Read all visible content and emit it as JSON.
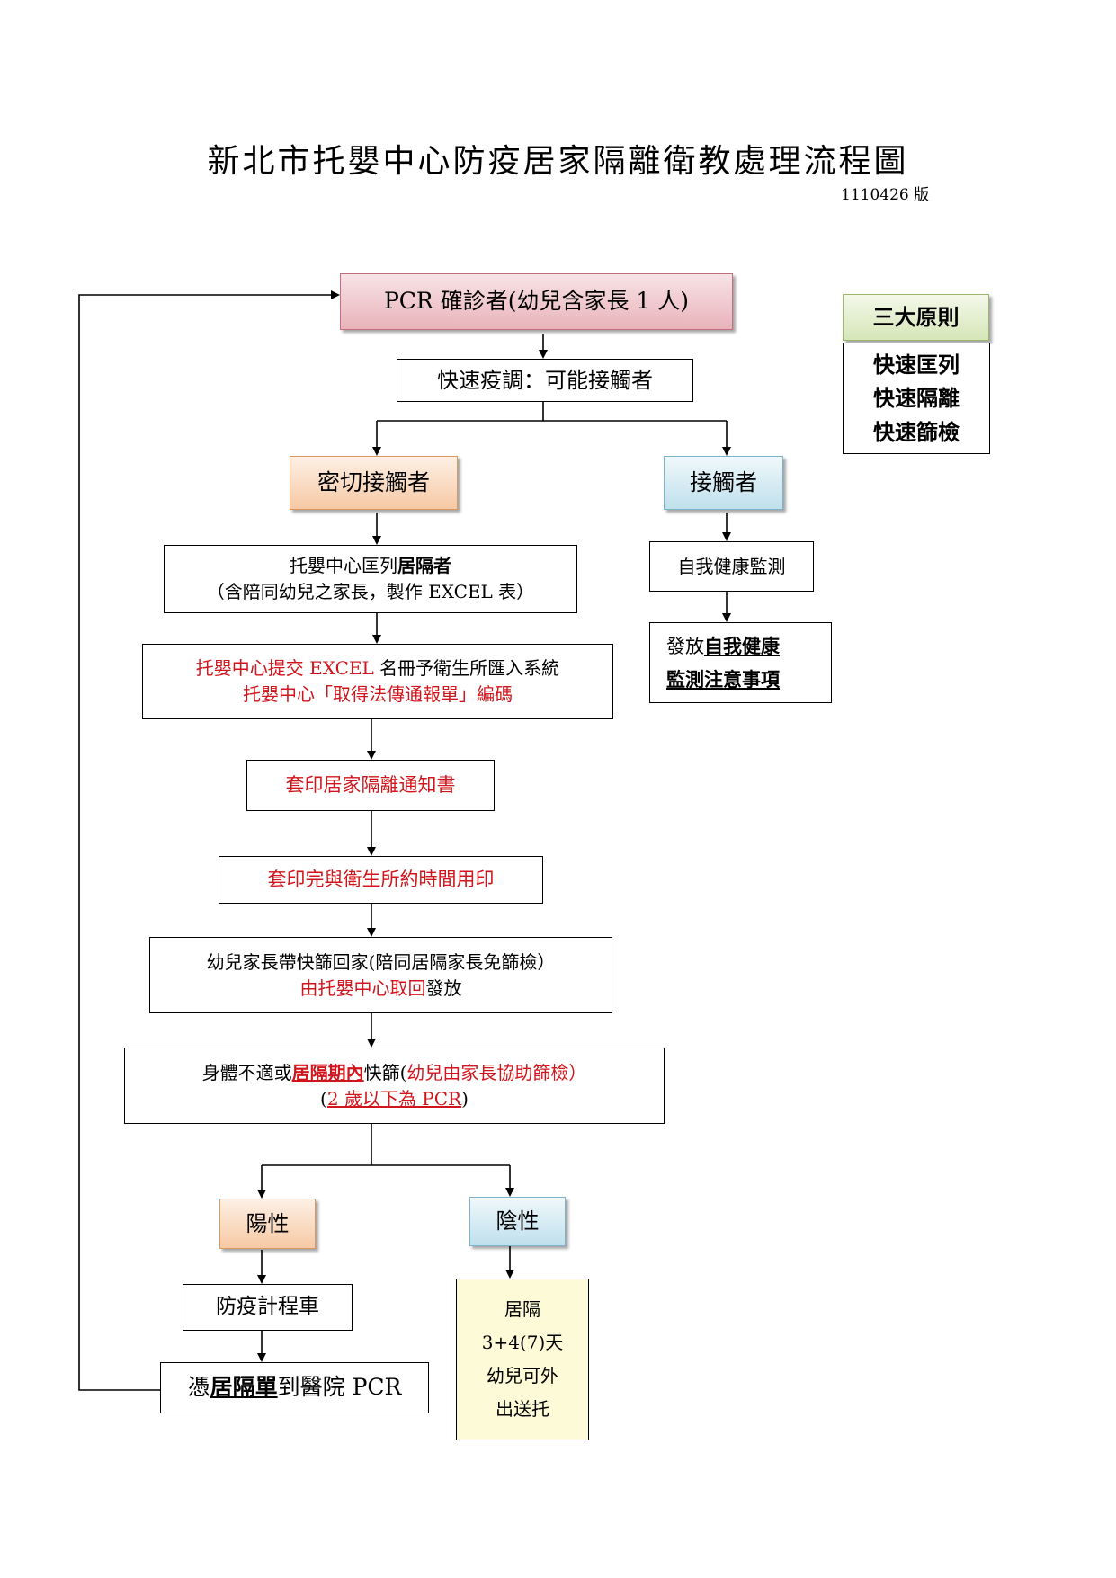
{
  "title": "新北市托嬰中心防疫居家隔離衛教處理流程圖",
  "version": "1110426 版",
  "principles": {
    "header": "三大原則",
    "items": [
      "快速匡列",
      "快速隔離",
      "快速篩檢"
    ]
  },
  "nodes": {
    "pcr": "PCR 確診者(幼兒含家長 1 人)",
    "investigation": "快速疫調：可能接觸者",
    "close_contact": "密切接觸者",
    "contact": "接觸者",
    "list_l1_a": "托嬰中心匡列",
    "list_l1_b": "居隔者",
    "list_l2": "（含陪同幼兒之家長，製作 EXCEL 表）",
    "self_monitor": "自我健康監測",
    "notice_a": "發放",
    "notice_b": "自我健康",
    "notice_c": "監測注意事項",
    "excel_l1_a": "托嬰中心提交 EXCEL",
    "excel_l1_b": " 名冊予衛生所匯入系統",
    "excel_l2": "托嬰中心「取得法傳通報單」編碼",
    "print_notice": "套印居家隔離通知書",
    "print_stamp": "套印完與衛生所約時間用印",
    "rapid_l1": "幼兒家長帶快篩回家(陪同居隔家長免篩檢）",
    "rapid_l2_a": "由托嬰中心取回",
    "rapid_l2_b": "發放",
    "unwell_l1_a": "身體不適或",
    "unwell_l1_b": "居隔期內",
    "unwell_l1_c": "快篩(",
    "unwell_l1_d": "幼兒由家長協助篩檢）",
    "unwell_l2_a": "(",
    "unwell_l2_b": "2 歲以下為 PCR",
    "unwell_l2_c": ")",
    "positive": "陽性",
    "negative": "陰性",
    "taxi": "防疫計程車",
    "hospital_a": "憑",
    "hospital_b": "居隔單",
    "hospital_c": "到醫院 PCR",
    "quarantine": [
      "居隔",
      "3+4(7)天",
      "幼兒可外",
      "出送托"
    ]
  }
}
